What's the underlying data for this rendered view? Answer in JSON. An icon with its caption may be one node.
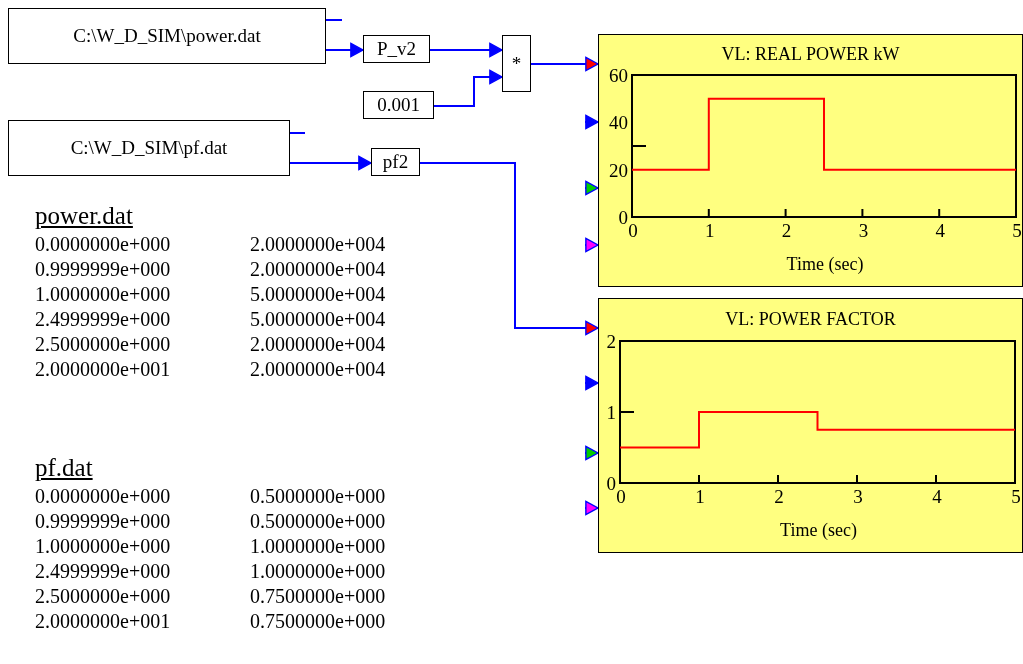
{
  "diagram": {
    "nodes": [
      {
        "text": [
          "C:\\W_D_SIM\\power.dat"
        ]
      },
      {
        "text": [
          "P_v2"
        ]
      },
      {
        "text": [
          "*"
        ]
      },
      {
        "text": [
          "0.001"
        ]
      },
      {
        "text": [
          "C:\\W_D_SIM\\pf.dat"
        ]
      },
      {
        "text": [
          "pf2"
        ]
      },
      {
        "text": [
          "VL: REAL POWER kW",
          "Time (sec)"
        ]
      },
      {
        "text": [
          "VL: POWER FACTOR",
          "Time (sec)"
        ]
      }
    ],
    "edges": [
      {
        "from": 0,
        "to": 1,
        "arrow": "to"
      },
      {
        "from": 1,
        "to": 2,
        "arrow": "to"
      },
      {
        "from": 3,
        "to": 2,
        "arrow": "to"
      },
      {
        "from": 2,
        "to": 6,
        "arrow": "to"
      },
      {
        "from": 4,
        "to": 5,
        "arrow": "to"
      },
      {
        "from": 5,
        "to": 7,
        "arrow": "to"
      },
      {
        "from": 0,
        "to": null,
        "arrow": "none"
      },
      {
        "from": 4,
        "to": null,
        "arrow": "none"
      },
      {
        "from": null,
        "to": 6,
        "arrow": "to"
      },
      {
        "from": null,
        "to": 6,
        "arrow": "to"
      },
      {
        "from": null,
        "to": 6,
        "arrow": "to"
      },
      {
        "from": null,
        "to": 7,
        "arrow": "to"
      },
      {
        "from": null,
        "to": 7,
        "arrow": "to"
      },
      {
        "from": null,
        "to": 7,
        "arrow": "to"
      }
    ],
    "labels": [
      "60",
      "40",
      "20",
      "0",
      "0",
      "1",
      "2",
      "3",
      "4",
      "5",
      "power.dat",
      "0.0000000e+000",
      "2.0000000e+004",
      "0.9999999e+000",
      "2.0000000e+004",
      "1.0000000e+000",
      "5.0000000e+004",
      "2.4999999e+000",
      "5.0000000e+004",
      "2.5000000e+000",
      "2.0000000e+004",
      "2.0000000e+001",
      "2.0000000e+004",
      "2",
      "1",
      "0",
      "0",
      "1",
      "2",
      "3",
      "4",
      "5",
      "pf.dat",
      "0.0000000e+000",
      "0.5000000e+000",
      "0.9999999e+000",
      "0.5000000e+000",
      "1.0000000e+000",
      "1.0000000e+000",
      "2.4999999e+000",
      "1.0000000e+000",
      "2.5000000e+000",
      "0.7500000e+000",
      "2.0000000e+001",
      "0.7500000e+000"
    ]
  }
}
